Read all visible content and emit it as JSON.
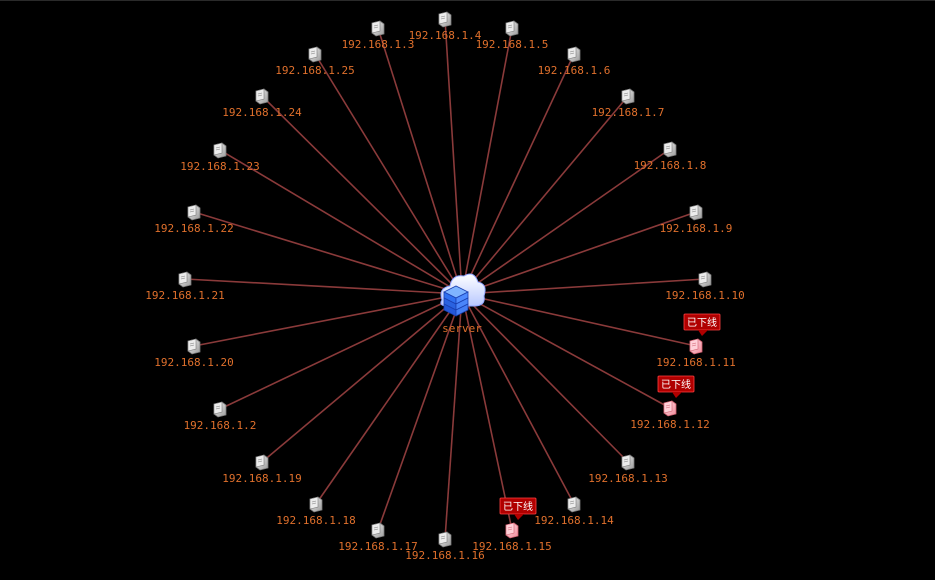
{
  "center": {
    "label": "server",
    "icon": "cloud-server-icon"
  },
  "colors": {
    "background": "#000000",
    "link": "#8a3a3a",
    "label": "#e0702c",
    "offline_badge": "#b00000",
    "offline_node": "#ffb6c1",
    "online_node": "#c8c8c8"
  },
  "offline_text": "已下线",
  "nodes": [
    {
      "ip": "192.168.1.3",
      "status": "online",
      "icon": "computer-icon"
    },
    {
      "ip": "192.168.1.4",
      "status": "online",
      "icon": "computer-icon"
    },
    {
      "ip": "192.168.1.5",
      "status": "online",
      "icon": "computer-icon"
    },
    {
      "ip": "192.168.1.6",
      "status": "online",
      "icon": "computer-icon"
    },
    {
      "ip": "192.168.1.7",
      "status": "online",
      "icon": "computer-icon"
    },
    {
      "ip": "192.168.1.8",
      "status": "online",
      "icon": "computer-icon"
    },
    {
      "ip": "192.168.1.9",
      "status": "online",
      "icon": "computer-icon"
    },
    {
      "ip": "192.168.1.10",
      "status": "online",
      "icon": "computer-icon"
    },
    {
      "ip": "192.168.1.11",
      "status": "offline",
      "icon": "computer-icon"
    },
    {
      "ip": "192.168.1.12",
      "status": "offline",
      "icon": "computer-icon"
    },
    {
      "ip": "192.168.1.13",
      "status": "online",
      "icon": "computer-icon"
    },
    {
      "ip": "192.168.1.14",
      "status": "online",
      "icon": "computer-icon"
    },
    {
      "ip": "192.168.1.15",
      "status": "offline",
      "icon": "computer-icon"
    },
    {
      "ip": "192.168.1.16",
      "status": "online",
      "icon": "computer-icon"
    },
    {
      "ip": "192.168.1.17",
      "status": "online",
      "icon": "computer-icon"
    },
    {
      "ip": "192.168.1.18",
      "status": "online",
      "icon": "computer-icon"
    },
    {
      "ip": "192.168.1.19",
      "status": "online",
      "icon": "computer-icon"
    },
    {
      "ip": "192.168.1.2",
      "status": "online",
      "icon": "computer-icon"
    },
    {
      "ip": "192.168.1.20",
      "status": "online",
      "icon": "computer-icon"
    },
    {
      "ip": "192.168.1.21",
      "status": "online",
      "icon": "computer-icon"
    },
    {
      "ip": "192.168.1.22",
      "status": "online",
      "icon": "computer-icon"
    },
    {
      "ip": "192.168.1.23",
      "status": "online",
      "icon": "computer-icon"
    },
    {
      "ip": "192.168.1.24",
      "status": "online",
      "icon": "computer-icon"
    },
    {
      "ip": "192.168.1.25",
      "status": "online",
      "icon": "computer-icon"
    }
  ]
}
